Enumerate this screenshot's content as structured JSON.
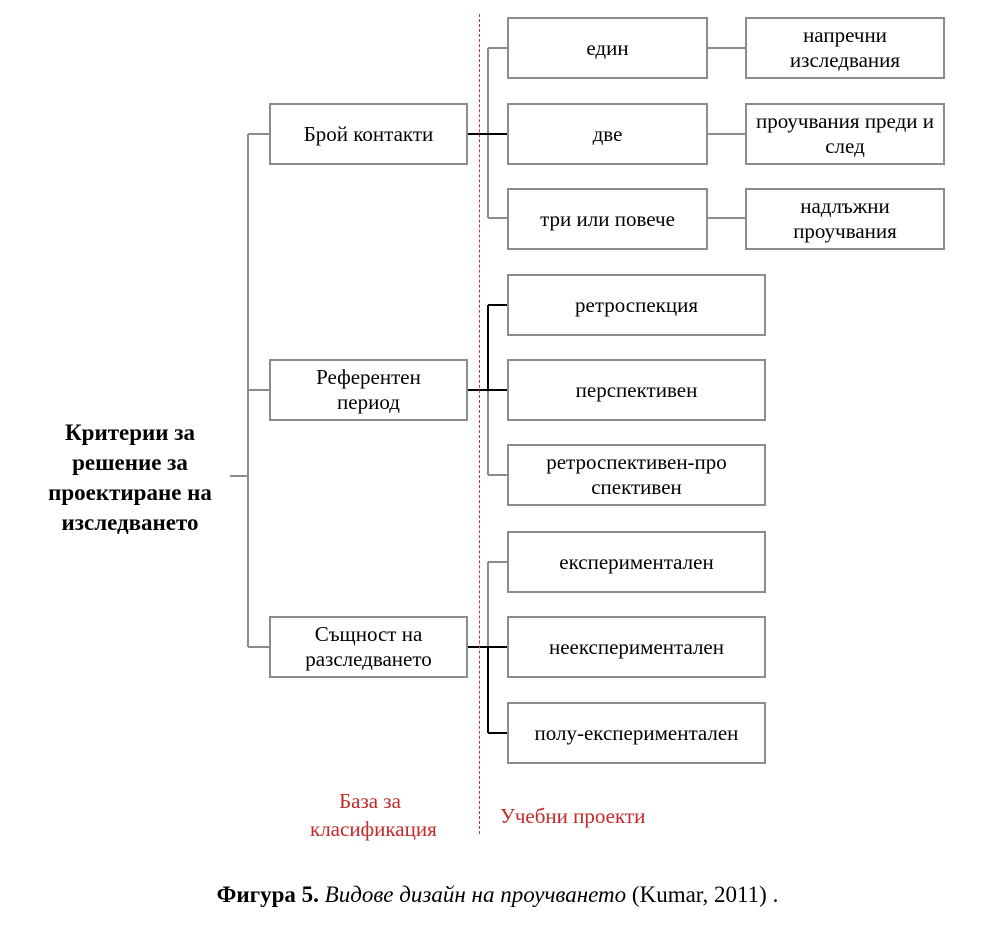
{
  "root": {
    "label": "Критерии за решение за проектиране на изследването"
  },
  "categories": [
    {
      "label": "Брой контакти",
      "options": [
        {
          "label": "един",
          "study": "напречни изследвания"
        },
        {
          "label": "две",
          "study": "проучвания преди и след"
        },
        {
          "label": "три или повече",
          "study": "надлъжни проучвания"
        }
      ]
    },
    {
      "label": "Референтен период",
      "options": [
        {
          "label": "ретроспекция"
        },
        {
          "label": "перспективен"
        },
        {
          "label": "ретроспективен-проспективен"
        }
      ]
    },
    {
      "label": "Същност на разследването",
      "options": [
        {
          "label": "експериментален"
        },
        {
          "label": "неекспериментален"
        },
        {
          "label": "полу-експериментален"
        }
      ]
    }
  ],
  "footer": {
    "basis_label": "База за класификация",
    "projects_label": "Учебни проекти"
  },
  "caption": {
    "figure_label": "Фигура 5.",
    "title": "Видове дизайн на проучването",
    "source": "(Kumar, 2011) ."
  },
  "colors": {
    "box_border": "#8c8c8c",
    "connector": "#000000",
    "divider": "#d32f2f",
    "footer_text": "#c62828"
  }
}
